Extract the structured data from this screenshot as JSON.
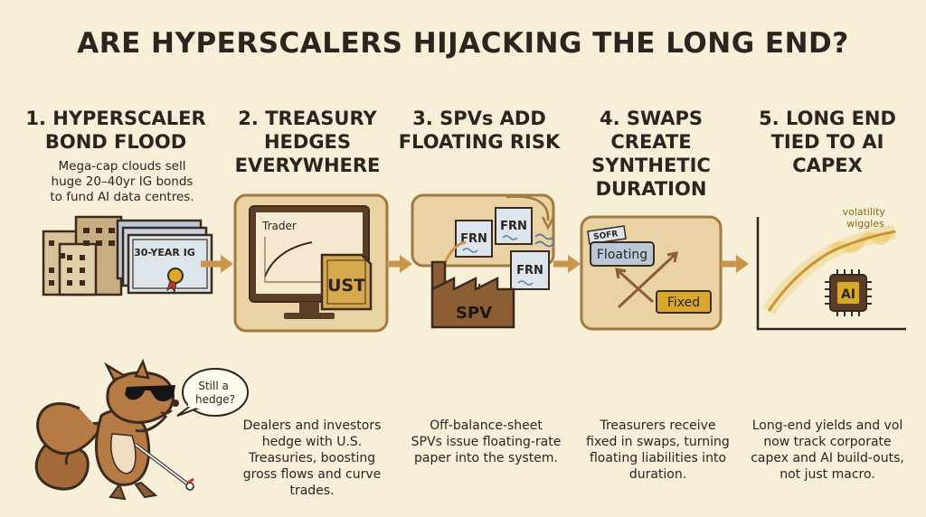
{
  "title": "ARE HYPERSCALERS HIJACKING THE LONG END?",
  "steps": [
    {
      "title": "1. HYPERSCALER\nBOND FLOOD",
      "desc": "Mega-cap clouds sell\nhuge 20–40yr IG bonds\nto fund AI data centres.",
      "labels": {
        "bond": "30-YEAR IG"
      }
    },
    {
      "title": "2. TREASURY\nHEDGES\nEVERYWHERE",
      "labels": {
        "screen": "Trader",
        "ust": "UST"
      },
      "bottom_desc": "Dealers and investors\nhedge with U.S.\nTreasuries, boosting\ngross flows and curve\ntrades."
    },
    {
      "title": "3. SPVs ADD\nFLOATING RISK",
      "labels": {
        "frn1": "FRN",
        "frn2": "FRN",
        "frn3": "FRN",
        "spv": "SPV"
      },
      "bottom_desc": "Off-balance-sheet\nSPVs issue floating-rate\npaper into the system."
    },
    {
      "title": "4. SWAPS\nCREATE\nSYNTHETIC\nDURATION",
      "labels": {
        "sofr": "SOFR",
        "floating": "Floating",
        "fixed": "Fixed"
      },
      "bottom_desc": "Treasurers receive\nfixed in swaps, turning\nfloating liabilities into\nduration."
    },
    {
      "title": "5. LONG END\nTIED TO AI\nCAPEX",
      "labels": {
        "vol": "volatility\nwiggles",
        "ai": "AI"
      },
      "bottom_desc": "Long-end yields and vol\nnow track corporate\ncapex and AI build-outs,\nnot just macro."
    }
  ],
  "mascot": {
    "speech": "Still a\nhedge?"
  },
  "colors": {
    "background": "#f8efd9",
    "panel": "#e9d2a4",
    "panel_border": "#a07a3e",
    "arrow": "#c9954a",
    "dark_brown": "#5a3e25",
    "gold": "#d9a92c",
    "blue_gray": "#b9c8d6"
  },
  "icons": [
    "buildings-icon",
    "certificate-icon",
    "monitor-icon",
    "document-icon",
    "factory-icon",
    "double-arrow-icon",
    "chip-icon",
    "squirrel-mascot"
  ]
}
